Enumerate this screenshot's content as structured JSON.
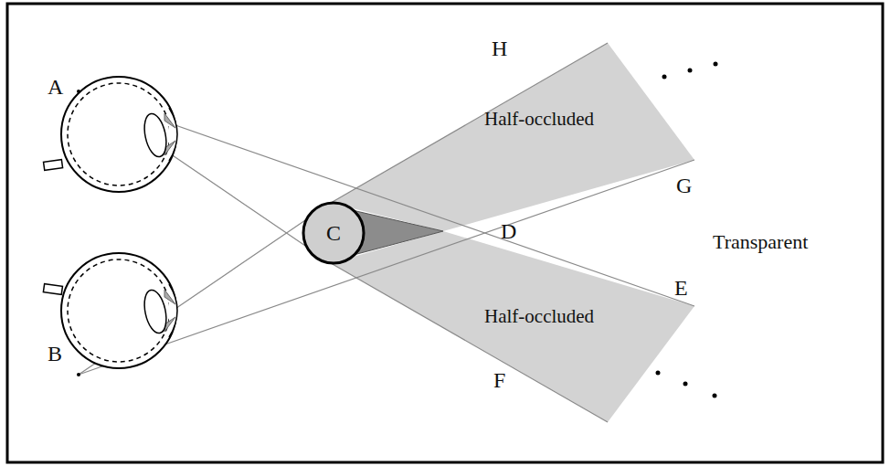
{
  "diagram": {
    "nodes": [
      {
        "text": [
          "C"
        ]
      }
    ],
    "labels": [
      "A",
      "H",
      "Half-occluded",
      "G",
      "D",
      "Transparent",
      "E",
      "Half-occluded",
      "B",
      "F"
    ]
  }
}
